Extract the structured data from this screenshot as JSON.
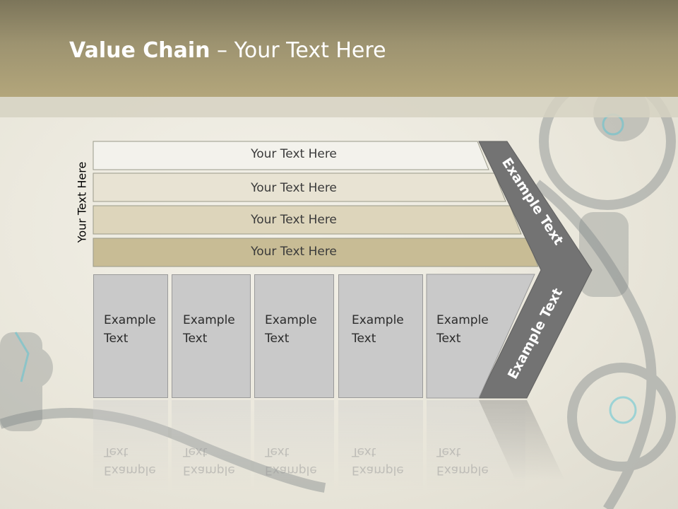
{
  "title": {
    "bold": "Value Chain",
    "rest": " – Your Text Here"
  },
  "side_label": "Your Text Here",
  "bands": [
    {
      "text": "Your Text Here",
      "color": "#f3f2ec"
    },
    {
      "text": "Your Text Here",
      "color": "#e8e3d3"
    },
    {
      "text": "Your Text Here",
      "color": "#ddd5bb"
    },
    {
      "text": "Your Text Here",
      "color": "#c8bc95"
    }
  ],
  "cells": [
    {
      "line1": "Example",
      "line2": "Text"
    },
    {
      "line1": "Example",
      "line2": "Text"
    },
    {
      "line1": "Example",
      "line2": "Text"
    },
    {
      "line1": "Example",
      "line2": "Text"
    },
    {
      "line1": "Example",
      "line2": "Text"
    }
  ],
  "arrow": {
    "upper_text": "Example Text",
    "lower_text": "Example Text",
    "color": "#737373"
  },
  "colors": {
    "header": "#9d9370",
    "cell_fill": "#c9c9c9"
  }
}
